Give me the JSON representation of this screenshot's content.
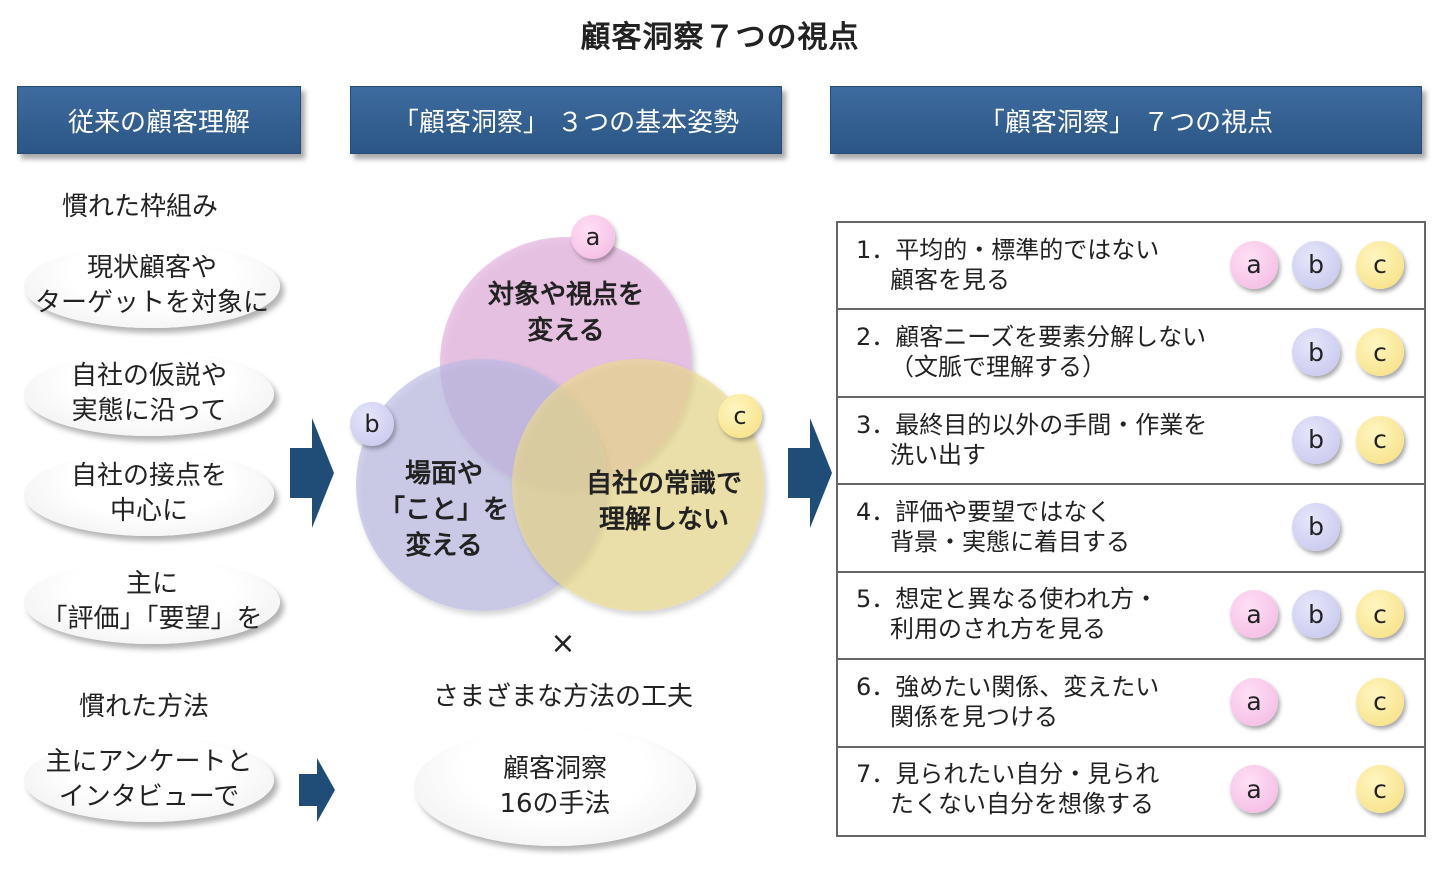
{
  "title": "顧客洞察７つの視点",
  "headers": {
    "left": "従来の顧客理解",
    "middle": "「顧客洞察」 ３つの基本姿勢",
    "right": "「顧客洞察」 ７つの視点"
  },
  "left": {
    "framework_label": "慣れた枠組み",
    "framework_items": [
      [
        "現状顧客や",
        "ターゲットを対象に"
      ],
      [
        "自社の仮説や",
        "実態に沿って"
      ],
      [
        "自社の接点を",
        "中心に"
      ],
      [
        "主に",
        "「評価」「要望」を"
      ]
    ],
    "method_label": "慣れた方法",
    "method_item": [
      "主にアンケートと",
      "インタビューで"
    ]
  },
  "middle": {
    "venn": [
      {
        "badge": "a",
        "lines": [
          "対象や視点を",
          "変える"
        ],
        "color": "#e3b3df"
      },
      {
        "badge": "b",
        "lines": [
          "場面や",
          "「こと」を",
          "変える"
        ],
        "color": "#b9b9e3"
      },
      {
        "badge": "c",
        "lines": [
          "自社の常識で",
          "理解しない"
        ],
        "color": "#ecdb8c"
      }
    ],
    "times": "×",
    "methods_label": "さまざまな方法の工夫",
    "methods_item": [
      "顧客洞察",
      "16の手法"
    ]
  },
  "viewpoints": [
    {
      "lines": [
        "1．平均的・標準的ではない",
        "顧客を見る"
      ],
      "badges": [
        "a",
        "b",
        "c"
      ]
    },
    {
      "lines": [
        "2．顧客ニーズを要素分解しない",
        "（文脈で理解する）"
      ],
      "badges": [
        "b",
        "c"
      ]
    },
    {
      "lines": [
        "3．最終目的以外の手間・作業を",
        "洗い出す"
      ],
      "badges": [
        "b",
        "c"
      ]
    },
    {
      "lines": [
        "4．評価や要望ではなく",
        "背景・実態に着目する"
      ],
      "badges": [
        "b"
      ]
    },
    {
      "lines": [
        "5．想定と異なる使われ方・",
        "利用のされ方を見る"
      ],
      "badges": [
        "a",
        "b",
        "c"
      ]
    },
    {
      "lines": [
        "6．強めたい関係、変えたい",
        "関係を見つける"
      ],
      "badges": [
        "a",
        "c"
      ]
    },
    {
      "lines": [
        "7．見られたい自分・見られ",
        "たくない自分を想像する"
      ],
      "badges": [
        "a",
        "c"
      ]
    }
  ],
  "colors": {
    "header": "#2f5b8c",
    "arrow": "#1f4d78",
    "badge_a": "#f2b6e2",
    "badge_b": "#c3c4ec",
    "badge_c": "#f6de7c"
  }
}
